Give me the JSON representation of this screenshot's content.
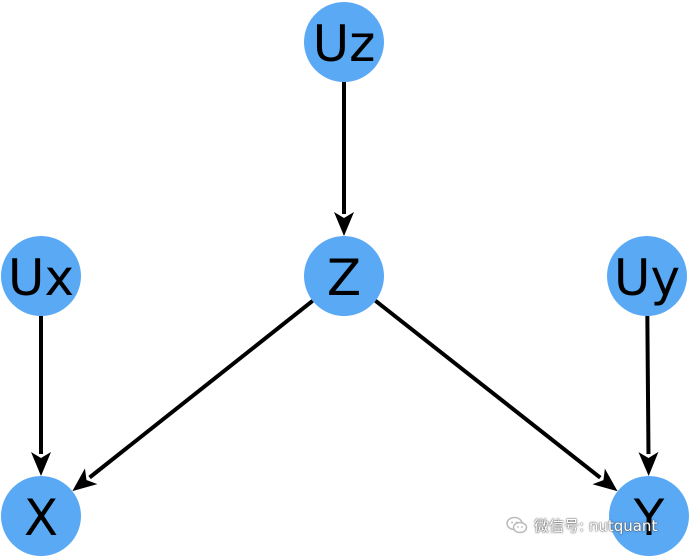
{
  "diagram": {
    "nodes": [
      {
        "id": "uz",
        "label": "Uz"
      },
      {
        "id": "z",
        "label": "Z"
      },
      {
        "id": "ux",
        "label": "Ux"
      },
      {
        "id": "uy",
        "label": "Uy"
      },
      {
        "id": "x",
        "label": "X"
      },
      {
        "id": "y",
        "label": "Y"
      }
    ],
    "edges": [
      {
        "from": "uz",
        "to": "z"
      },
      {
        "from": "ux",
        "to": "x"
      },
      {
        "from": "uy",
        "to": "y"
      },
      {
        "from": "z",
        "to": "x"
      },
      {
        "from": "z",
        "to": "y"
      }
    ],
    "node_color": "#5aa9f5",
    "edge_color": "#000000"
  },
  "watermark": {
    "icon": "wechat-icon",
    "text": "微信号: nutquant"
  }
}
